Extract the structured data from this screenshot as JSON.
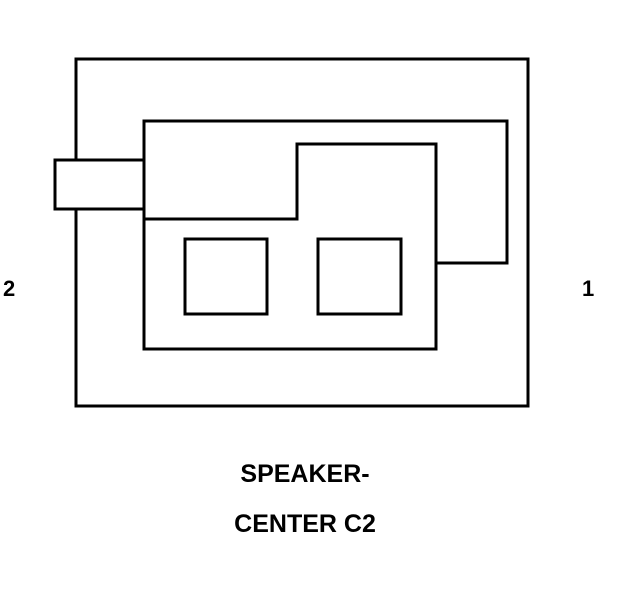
{
  "diagram": {
    "pin_left_label": "2",
    "pin_right_label": "1",
    "caption_line1": "SPEAKER-",
    "caption_line2": "CENTER C2",
    "stroke_color": "#000000",
    "background_color": "#ffffff"
  }
}
